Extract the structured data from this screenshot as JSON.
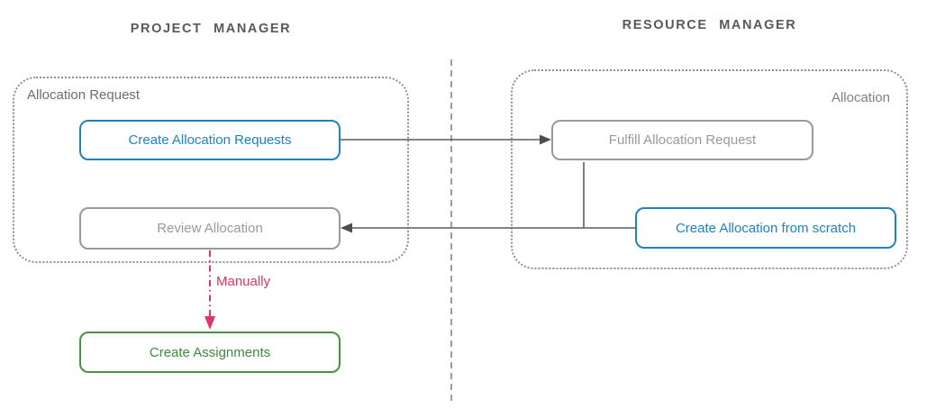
{
  "diagram": {
    "type": "swimlane-flowchart",
    "lanes": [
      {
        "id": "project-manager",
        "title": "PROJECT MANAGER"
      },
      {
        "id": "resource-manager",
        "title": "RESOURCE MANAGER"
      }
    ],
    "groups": [
      {
        "id": "allocation-request",
        "lane": "project-manager",
        "label": "Allocation Request"
      },
      {
        "id": "allocation",
        "lane": "resource-manager",
        "label": "Allocation"
      }
    ],
    "nodes": [
      {
        "id": "create-allocation-requests",
        "lane": "project-manager",
        "group": "allocation-request",
        "label": "Create Allocation Requests",
        "variant": "primary"
      },
      {
        "id": "fulfill-allocation-request",
        "lane": "resource-manager",
        "group": "allocation",
        "label": "Fulfill Allocation Request",
        "variant": "muted"
      },
      {
        "id": "review-allocation",
        "lane": "project-manager",
        "group": "allocation-request",
        "label": "Review Allocation",
        "variant": "muted"
      },
      {
        "id": "create-allocation-from-scratch",
        "lane": "resource-manager",
        "group": "allocation",
        "label": "Create Allocation from scratch",
        "variant": "primary"
      },
      {
        "id": "create-assignments",
        "lane": "project-manager",
        "group": null,
        "label": "Create Assignments",
        "variant": "success"
      }
    ],
    "edges": [
      {
        "from": "create-allocation-requests",
        "to": "fulfill-allocation-request",
        "style": "solid-arrow",
        "label": ""
      },
      {
        "from": "fulfill-allocation-request",
        "to": "review-allocation",
        "style": "solid-arrow",
        "label": ""
      },
      {
        "from": "create-allocation-from-scratch",
        "to": "review-allocation",
        "style": "solid-arrow",
        "label": ""
      },
      {
        "from": "review-allocation",
        "to": "create-assignments",
        "style": "dash-dot-arrow",
        "label": "Manually"
      }
    ],
    "colors": {
      "primary_blue": "#2083c1",
      "muted_gray": "#999999",
      "success_green": "#43953f",
      "manual_red": "#dd3565",
      "connector": "#5c5c5c",
      "arrowhead": "#4d4d4d",
      "lane_divider": "#9e9e9e",
      "group_border": "#8f8f8f",
      "lane_title": "#595959",
      "background": "#ffffff"
    }
  }
}
